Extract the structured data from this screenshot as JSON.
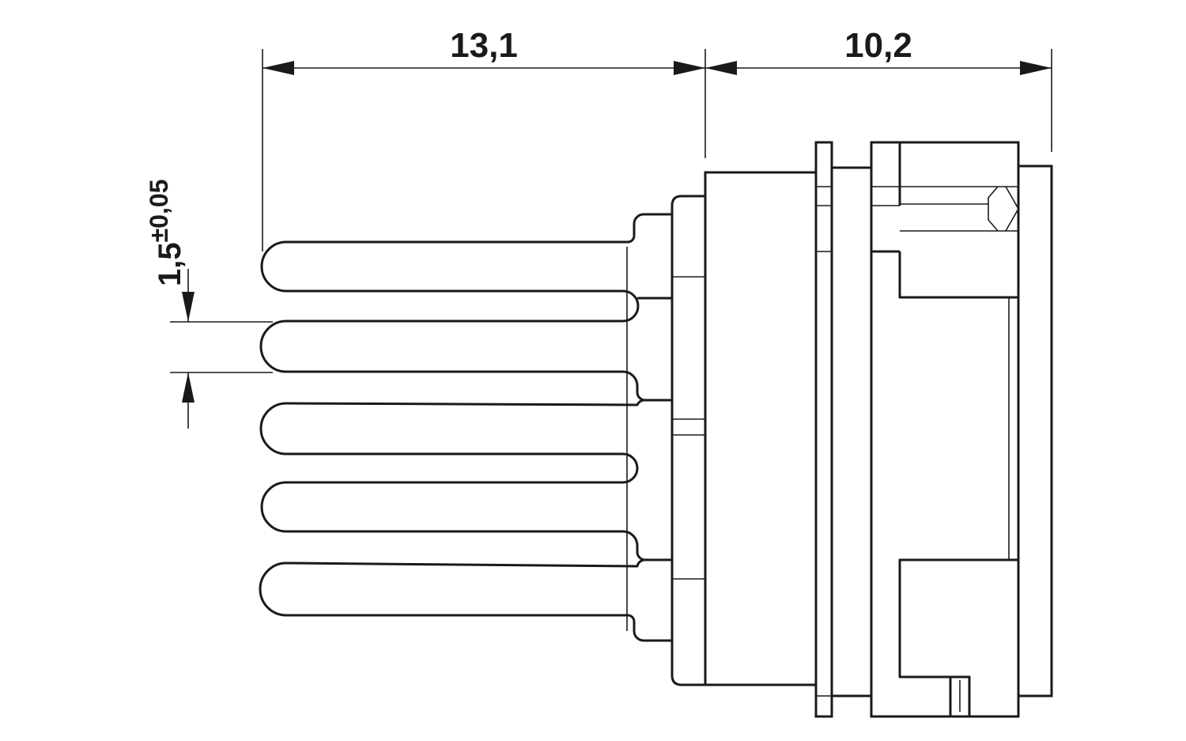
{
  "drawing": {
    "dimensions": {
      "pin_length": "13,1",
      "housing_depth": "10,2",
      "pin_pitch_value": "1,5",
      "pin_pitch_tolerance": "±0,05"
    },
    "pin_count": 5
  }
}
